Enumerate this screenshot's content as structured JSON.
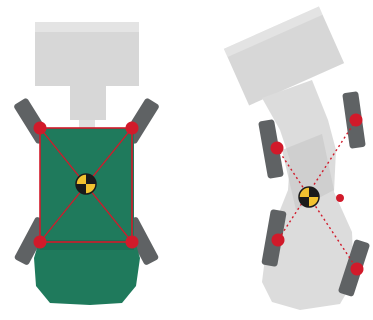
{
  "colors": {
    "background": "#ffffff",
    "chassis_green": "#1f7a5c",
    "chassis_green_dark": "#15614a",
    "light_gray": "#d7d7d7",
    "mid_gray": "#b9b9b9",
    "track_gray": "#5f6264",
    "contact_red": "#d11a2a",
    "cog_yellow": "#f2c230",
    "cog_black": "#1b1b1b"
  },
  "diagrams": [
    {
      "name": "machine-straight",
      "symbols": [
        "contact-point",
        "contact-point",
        "contact-point",
        "contact-point",
        "center-of-gravity-icon"
      ]
    },
    {
      "name": "machine-articulated",
      "symbols": [
        "contact-point",
        "contact-point",
        "contact-point",
        "contact-point",
        "center-of-gravity-icon",
        "secondary-point"
      ]
    }
  ]
}
